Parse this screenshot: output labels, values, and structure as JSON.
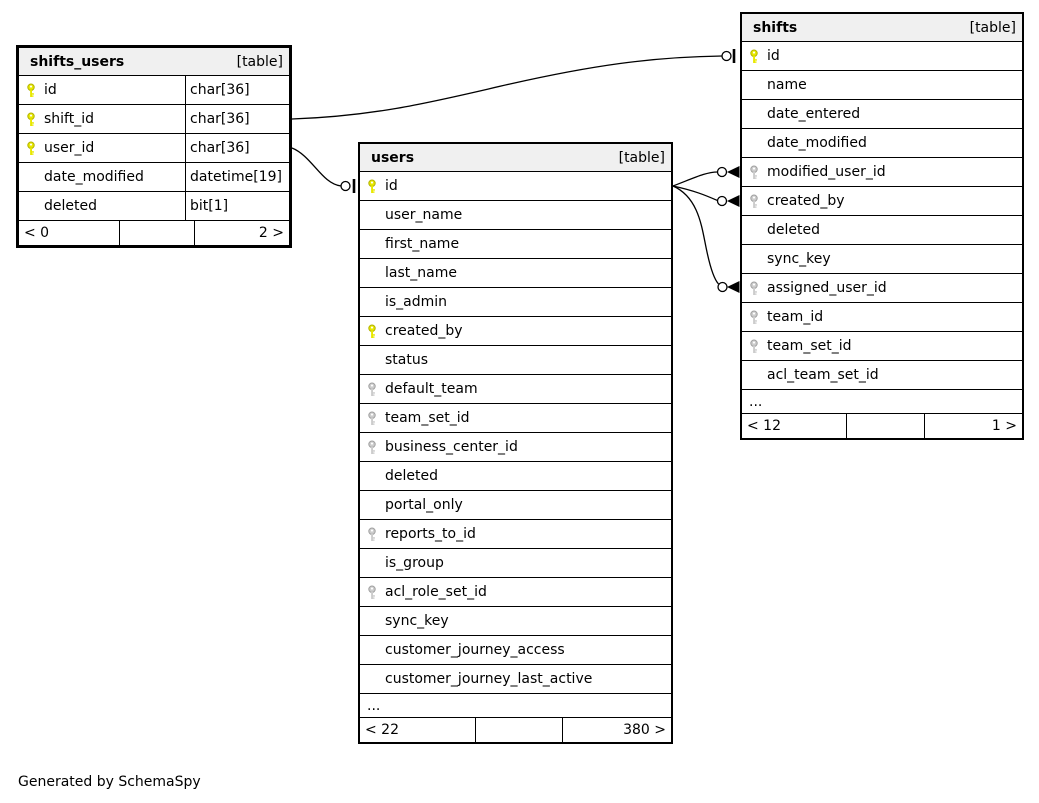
{
  "diagram": {
    "generator_note": "Generated by SchemaSpy",
    "ellipsis_label": "...",
    "colors": {
      "header_bg": "#f0f0f0",
      "border": "#000000",
      "primary_key": "#e8e800",
      "primary_key_outline": "#b2b200",
      "foreign_key": "#cccccc",
      "foreign_key_outline": "#a0a0a0",
      "relationship_line": "#000000"
    },
    "tables": [
      {
        "name": "shifts_users",
        "badge": "[table]",
        "show_types": true,
        "ellipsis": false,
        "columns": [
          {
            "name": "id",
            "type": "char[36]",
            "key": "pk"
          },
          {
            "name": "shift_id",
            "type": "char[36]",
            "key": "pk"
          },
          {
            "name": "user_id",
            "type": "char[36]",
            "key": "pk"
          },
          {
            "name": "date_modified",
            "type": "datetime[19]",
            "key": "none"
          },
          {
            "name": "deleted",
            "type": "bit[1]",
            "key": "none"
          }
        ],
        "footer": {
          "left": "< 0",
          "middle": "",
          "right": "2 >"
        }
      },
      {
        "name": "users",
        "badge": "[table]",
        "show_types": false,
        "ellipsis": true,
        "columns": [
          {
            "name": "id",
            "key": "pk"
          },
          {
            "name": "user_name",
            "key": "none"
          },
          {
            "name": "first_name",
            "key": "none"
          },
          {
            "name": "last_name",
            "key": "none"
          },
          {
            "name": "is_admin",
            "key": "none"
          },
          {
            "name": "created_by",
            "key": "pk"
          },
          {
            "name": "status",
            "key": "none"
          },
          {
            "name": "default_team",
            "key": "fk"
          },
          {
            "name": "team_set_id",
            "key": "fk"
          },
          {
            "name": "business_center_id",
            "key": "fk"
          },
          {
            "name": "deleted",
            "key": "none"
          },
          {
            "name": "portal_only",
            "key": "none"
          },
          {
            "name": "reports_to_id",
            "key": "fk"
          },
          {
            "name": "is_group",
            "key": "none"
          },
          {
            "name": "acl_role_set_id",
            "key": "fk"
          },
          {
            "name": "sync_key",
            "key": "none"
          },
          {
            "name": "customer_journey_access",
            "key": "none"
          },
          {
            "name": "customer_journey_last_active",
            "key": "none"
          }
        ],
        "footer": {
          "left": "< 22",
          "middle": "",
          "right": "380 >"
        }
      },
      {
        "name": "shifts",
        "badge": "[table]",
        "show_types": false,
        "ellipsis": true,
        "columns": [
          {
            "name": "id",
            "key": "pk"
          },
          {
            "name": "name",
            "key": "none"
          },
          {
            "name": "date_entered",
            "key": "none"
          },
          {
            "name": "date_modified",
            "key": "none"
          },
          {
            "name": "modified_user_id",
            "key": "fk"
          },
          {
            "name": "created_by",
            "key": "fk"
          },
          {
            "name": "deleted",
            "key": "none"
          },
          {
            "name": "sync_key",
            "key": "none"
          },
          {
            "name": "assigned_user_id",
            "key": "fk"
          },
          {
            "name": "team_id",
            "key": "fk"
          },
          {
            "name": "team_set_id",
            "key": "fk"
          },
          {
            "name": "acl_team_set_id",
            "key": "none"
          }
        ],
        "footer": {
          "left": "< 12",
          "middle": "",
          "right": "1 >"
        }
      }
    ],
    "relationships": [
      {
        "from": "shifts_users.shift_id",
        "to": "shifts.id",
        "to_marker": "circle-tee"
      },
      {
        "from": "shifts_users.user_id",
        "to": "users.id",
        "to_marker": "circle-tee"
      },
      {
        "from": "users.id",
        "to": "shifts.modified_user_id",
        "to_marker": "circle-arrow"
      },
      {
        "from": "users.id",
        "to": "shifts.created_by",
        "to_marker": "circle-arrow"
      },
      {
        "from": "users.id",
        "to": "shifts.assigned_user_id",
        "to_marker": "circle-arrow"
      }
    ]
  }
}
